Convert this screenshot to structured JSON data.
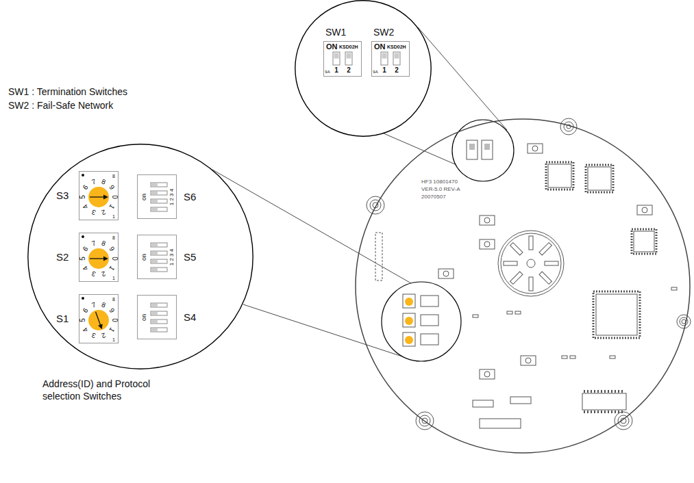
{
  "diagram": {
    "nodes": [
      {
        "text": [
          "SW1",
          "SW2"
        ]
      },
      {
        "text": [
          "ON",
          "KSD02H",
          "9A",
          "1",
          "2"
        ],
        "in": 0
      },
      {
        "text": [
          "ON",
          "KSD02H",
          "9A",
          "1",
          "2"
        ],
        "in": 0
      },
      {
        "text": [
          "S3",
          "S6",
          "S2",
          "S5",
          "S1",
          "S4"
        ]
      },
      {
        "text": [
          "0",
          "1",
          "2",
          "3",
          "4",
          "5",
          "6",
          "7",
          "8",
          "9",
          "8",
          "1"
        ],
        "in": 3
      },
      {
        "text": [
          "on",
          "1 2 3 4"
        ],
        "in": 3
      },
      {
        "text": [
          "0",
          "1",
          "2",
          "3",
          "4",
          "5",
          "6",
          "7",
          "8",
          "9",
          "8",
          "1"
        ],
        "in": 3
      },
      {
        "text": [
          "on",
          "1 2 3 4"
        ],
        "in": 3
      },
      {
        "text": [
          "0",
          "1",
          "2",
          "3",
          "4",
          "5",
          "6",
          "7",
          "8",
          "9",
          "8",
          "1"
        ],
        "in": 3
      },
      {
        "text": [
          "on"
        ],
        "in": 3
      },
      {
        "text": [
          "HF3 10801470",
          "VER-5.0 REV-A",
          "20070507"
        ]
      }
    ],
    "labels": [
      "SW1 : Termination Switches",
      "SW2 : Fail-Safe Network",
      "Address(ID) and Protocol selection Switches"
    ]
  }
}
